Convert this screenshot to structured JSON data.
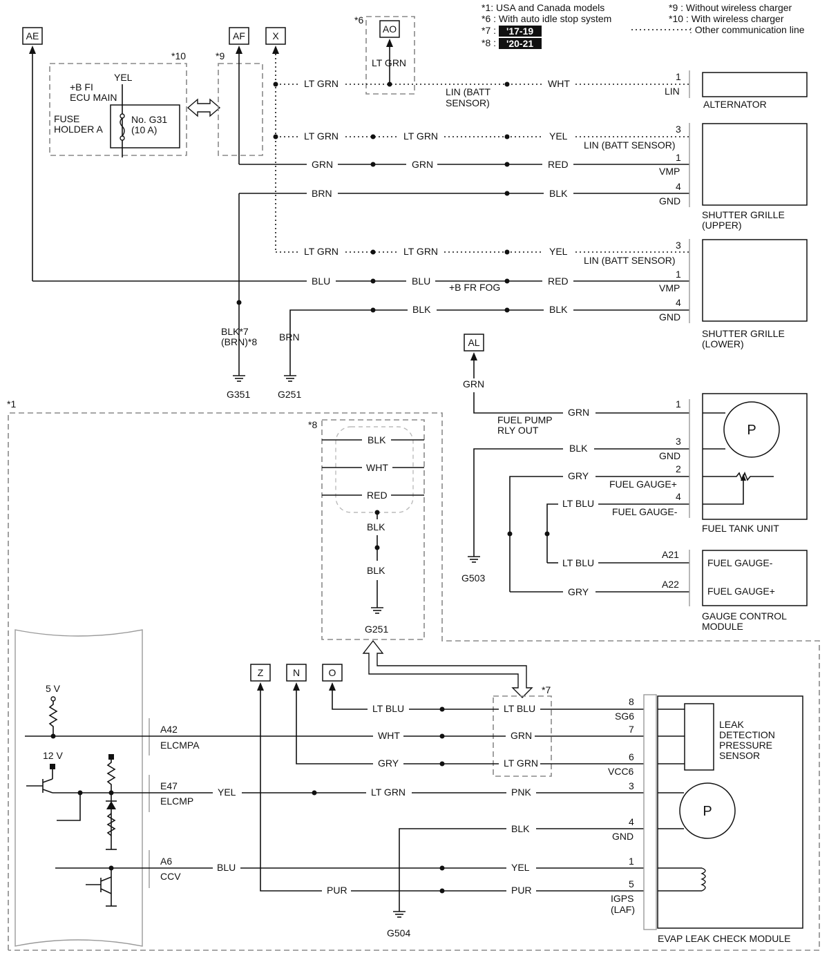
{
  "legend": {
    "n1": "*1: USA and Canada models",
    "n6": "*6 : With auto idle stop system",
    "n7": "*7 :",
    "n7_tag": "'17-19",
    "n8": "*8 :",
    "n8_tag": "'20-21",
    "n9": "*9 : Without wireless charger",
    "n10": "*10 : With wireless charger",
    "comm": ": Other communication line"
  },
  "notes": {
    "n1": "*1",
    "n6": "*6",
    "n7": "*7",
    "n8": "*8",
    "n9": "*9",
    "n10": "*10"
  },
  "connectors": {
    "AE": "AE",
    "AF": "AF",
    "X": "X",
    "AO": "AO",
    "AL": "AL",
    "Z": "Z",
    "N": "N",
    "O": "O"
  },
  "fuse": {
    "supply": "+B FI",
    "supply2": "ECU MAIN",
    "holder": "FUSE",
    "holder2": "HOLDER A",
    "name": "No. G31",
    "rating": "(10 A)",
    "wire": "YEL"
  },
  "wires": {
    "ltgrn": "LT GRN",
    "wht": "WHT",
    "yel": "YEL",
    "grn": "GRN",
    "red": "RED",
    "brn": "BRN",
    "blk": "BLK",
    "blu": "BLU",
    "gry": "GRY",
    "ltblu": "LT BLU",
    "pnk": "PNK",
    "pur": "PUR",
    "blk7": "BLK*7",
    "brn8": "(BRN)*8"
  },
  "signals": {
    "lin_batt_a": "LIN (BATT",
    "lin_batt_b": "SENSOR)",
    "lin_batt": "LIN (BATT SENSOR)",
    "fr_fog": "+B FR FOG",
    "pump_rly_a": "FUEL PUMP",
    "pump_rly_b": "RLY OUT",
    "fuel_gauge_p": "FUEL GAUGE+",
    "fuel_gauge_m": "FUEL GAUGE-"
  },
  "pins": {
    "alt": [
      {
        "n": "1",
        "s": "LIN"
      }
    ],
    "sgu": [
      {
        "n": "3",
        "s": ""
      },
      {
        "n": "1",
        "s": "VMP"
      },
      {
        "n": "4",
        "s": "GND"
      }
    ],
    "sgl": [
      {
        "n": "3",
        "s": ""
      },
      {
        "n": "1",
        "s": "VMP"
      },
      {
        "n": "4",
        "s": "GND"
      }
    ],
    "ftu": [
      {
        "n": "1",
        "s": ""
      },
      {
        "n": "3",
        "s": "GND"
      },
      {
        "n": "2",
        "s": ""
      },
      {
        "n": "4",
        "s": ""
      }
    ],
    "gcm": [
      {
        "n": "A21",
        "s": ""
      },
      {
        "n": "A22",
        "s": ""
      }
    ],
    "evap": [
      {
        "n": "8",
        "s": "SG6"
      },
      {
        "n": "7",
        "s": ""
      },
      {
        "n": "6",
        "s": "VCC6"
      },
      {
        "n": "3",
        "s": ""
      },
      {
        "n": "4",
        "s": "GND"
      },
      {
        "n": "1",
        "s": ""
      },
      {
        "n": "5",
        "s": "IGPS"
      }
    ],
    "evap_laf": "(LAF)",
    "ecm": [
      {
        "n": "A42",
        "s": "ELCMPA"
      },
      {
        "n": "E47",
        "s": "ELCMP"
      },
      {
        "n": "A6",
        "s": "CCV"
      }
    ]
  },
  "components": {
    "alternator": "ALTERNATOR",
    "sgu_a": "SHUTTER GRILLE",
    "sgu_b": "(UPPER)",
    "sgl_a": "SHUTTER GRILLE",
    "sgl_b": "(LOWER)",
    "ftu": "FUEL TANK UNIT",
    "gcm_a": "GAUGE CONTROL",
    "gcm_b": "MODULE",
    "gcm_in1": "FUEL GAUGE-",
    "gcm_in2": "FUEL GAUGE+",
    "evap": "EVAP LEAK CHECK MODULE",
    "ldps_a": "LEAK",
    "ldps_b": "DETECTION",
    "ldps_c": "PRESSURE",
    "ldps_d": "SENSOR",
    "pump": "P"
  },
  "grounds": {
    "g351": "G351",
    "g251": "G251",
    "g503": "G503",
    "g504": "G504",
    "g251b": "G251"
  },
  "ecm_supply": {
    "v5": "5 V",
    "v12": "12 V"
  }
}
